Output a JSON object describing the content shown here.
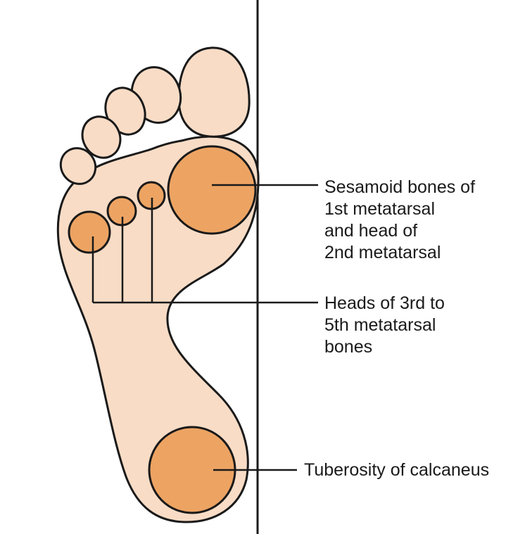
{
  "colors": {
    "skin": "#f8dcc6",
    "bone": "#eda463",
    "outline": "#1a1a1a",
    "background": "#ffffff"
  },
  "labels": {
    "sesamoid": [
      "Sesamoid bones of",
      "1st metatarsal",
      "and head of",
      "2nd metatarsal"
    ],
    "heads": [
      "Heads of 3rd to",
      "5th metatarsal",
      "bones"
    ],
    "tuberosity": [
      "Tuberosity of calcaneus"
    ]
  }
}
